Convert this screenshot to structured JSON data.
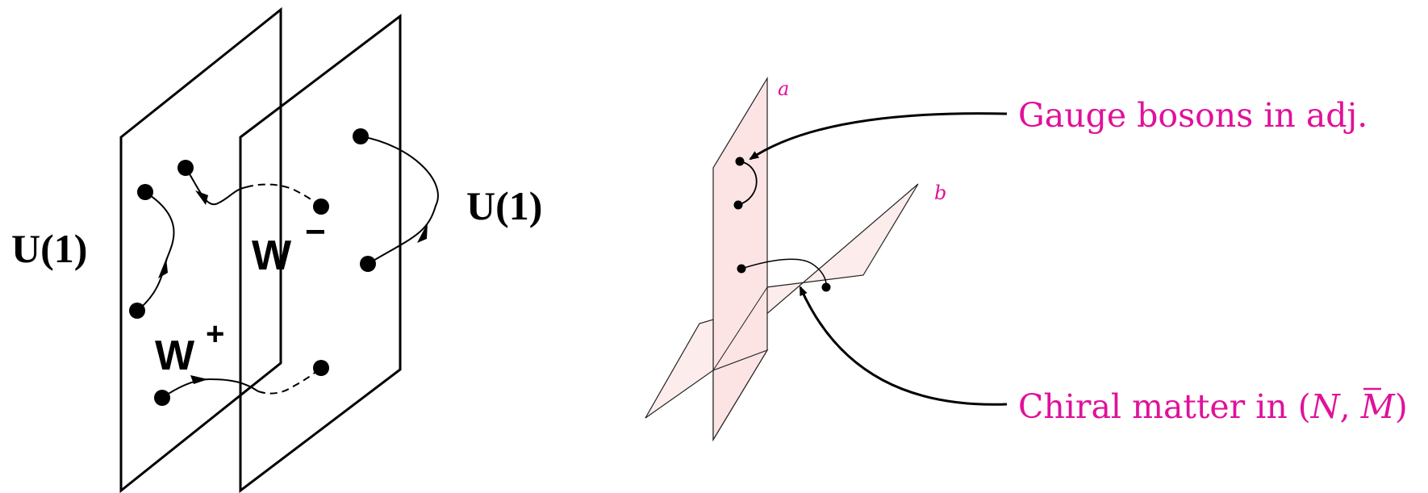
{
  "left_diagram": {
    "label_left_u1": "U(1)",
    "label_right_u1": "U(1)",
    "label_w_minus": "W",
    "label_w_minus_sign": "−",
    "label_w_plus": "W",
    "label_w_plus_sign": "+"
  },
  "right_diagram": {
    "brane_a_label": "a",
    "brane_b_label": "b",
    "gauge_label": "Gauge bosons in adj.",
    "chiral_label_prefix": "Chiral matter in (",
    "chiral_label_n": "N",
    "chiral_label_sep": ", ",
    "chiral_label_m": "M",
    "chiral_label_suffix": ")",
    "brane_fill": "#fde4e4",
    "label_color": "#e0119a"
  }
}
